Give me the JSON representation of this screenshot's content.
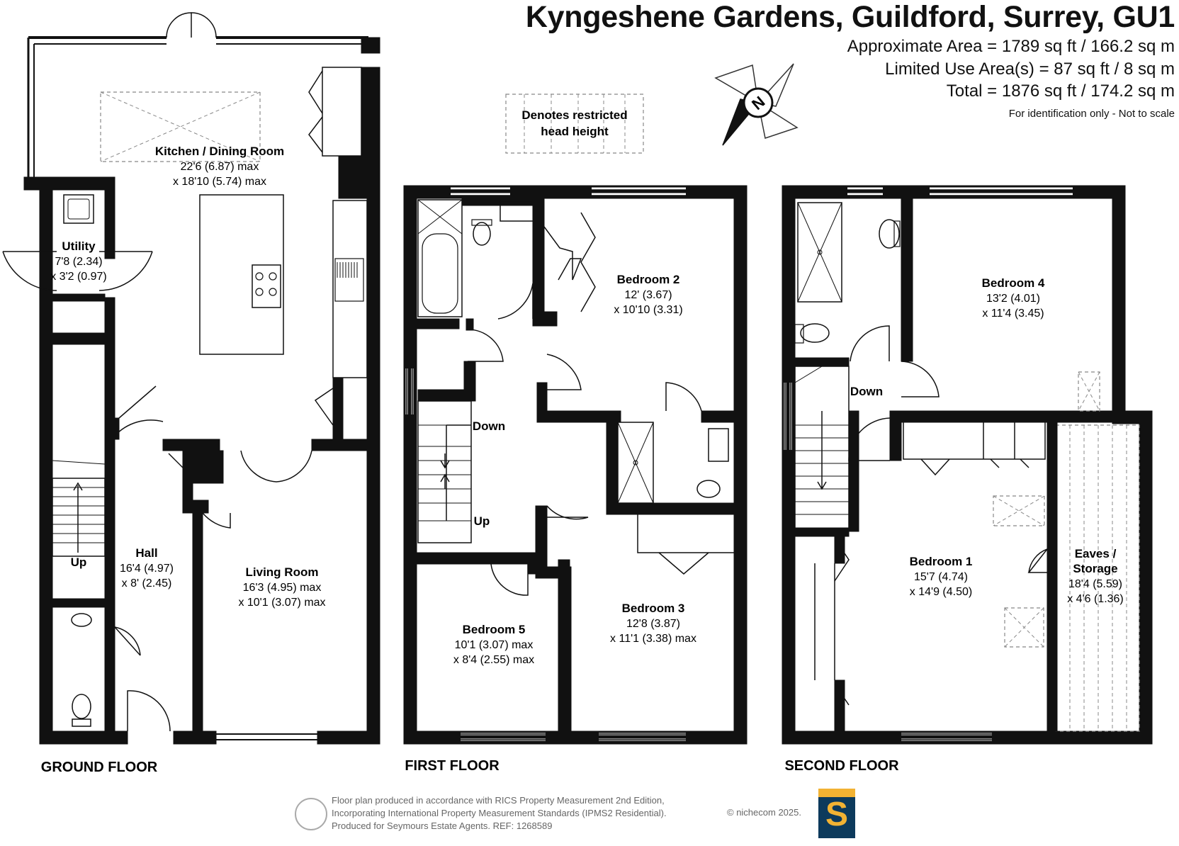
{
  "header": {
    "title": "Kyngeshene Gardens, Guildford, Surrey, GU1",
    "approx_area": "Approximate Area = 1789 sq ft / 166.2 sq m",
    "limited_use_area": "Limited Use Area(s) = 87 sq ft / 8 sq m",
    "total": "Total = 1876 sq ft / 174.2 sq m",
    "note": "For identification only - Not to scale"
  },
  "legend": {
    "restricted_line1": "Denotes restricted",
    "restricted_line2": "head height"
  },
  "compass": {
    "icon": "compass-icon",
    "letter": "N"
  },
  "ground_floor": {
    "label": "GROUND FLOOR",
    "rooms": {
      "kitchen": {
        "name": "Kitchen / Dining Room",
        "dim1": "22'6 (6.87) max",
        "dim2": "x 18'10 (5.74) max"
      },
      "utility": {
        "name": "Utility",
        "dim1": "7'8 (2.34)",
        "dim2": "x 3'2 (0.97)"
      },
      "hall": {
        "name": "Hall",
        "dim1": "16'4 (4.97)",
        "dim2": "x 8' (2.45)"
      },
      "living": {
        "name": "Living Room",
        "dim1": "16'3 (4.95) max",
        "dim2": "x 10'1 (3.07) max"
      }
    },
    "stair_label": "Up"
  },
  "first_floor": {
    "label": "FIRST FLOOR",
    "rooms": {
      "bedroom2": {
        "name": "Bedroom 2",
        "dim1": "12' (3.67)",
        "dim2": "x 10'10 (3.31)"
      },
      "bedroom3": {
        "name": "Bedroom 3",
        "dim1": "12'8 (3.87)",
        "dim2": "x 11'1 (3.38) max"
      },
      "bedroom5": {
        "name": "Bedroom 5",
        "dim1": "10'1 (3.07) max",
        "dim2": "x 8'4 (2.55) max"
      }
    },
    "stair_down": "Down",
    "stair_up": "Up"
  },
  "second_floor": {
    "label": "SECOND FLOOR",
    "rooms": {
      "bedroom4": {
        "name": "Bedroom 4",
        "dim1": "13'2 (4.01)",
        "dim2": "x 11'4 (3.45)"
      },
      "bedroom1": {
        "name": "Bedroom 1",
        "dim1": "15'7 (4.74)",
        "dim2": "x 14'9 (4.50)"
      },
      "eaves": {
        "name1": "Eaves /",
        "name2": "Storage",
        "dim1": "18'4 (5.59)",
        "dim2": "x 4'6 (1.36)"
      }
    },
    "stair_down": "Down"
  },
  "footer": {
    "line1": "Floor plan produced in accordance with RICS Property Measurement 2nd Edition,",
    "line2": "Incorporating International Property Measurement Standards (IPMS2 Residential).",
    "line3": "Produced for Seymours Estate Agents.   REF: 1268589",
    "copyright": "© nichecom 2025.",
    "logo_letter": "S"
  },
  "colors": {
    "wall": "#111111",
    "logo_blue": "#0d3a5c",
    "logo_gold": "#f2b233"
  }
}
